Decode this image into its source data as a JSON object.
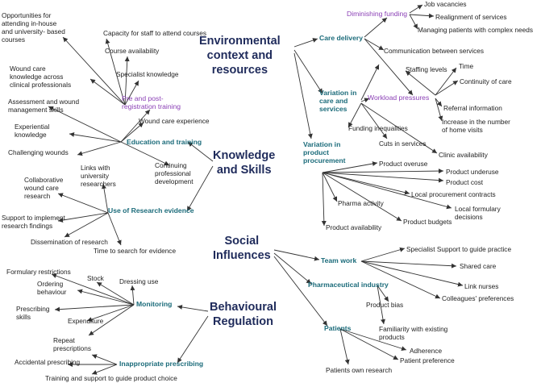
{
  "domains": {
    "env": "Environmental\ncontext and\nresources",
    "know": "Knowledge\nand Skills",
    "social": "Social\nInfluences",
    "behav": "Behavioural\nRegulation"
  },
  "sub": {
    "pre_post": "Pre and post-\nregistration training",
    "education": "Education and training",
    "research": "Use of Research evidence",
    "monitoring": "Monitoring",
    "inappropriate": "Inappropriate prescribing",
    "diminishing": "Diminishing funding",
    "care_delivery": "Care delivery",
    "variation_care": "Variation in\ncare and\nservices",
    "workload": "Workload pressures",
    "variation_proc": "Variation in\nproduct\nprocurement",
    "team": "Team work",
    "pharma": "Pharmaceutical industry",
    "patients": "Patients"
  },
  "labels": {
    "opportunities": "Opportunities for\nattending in-house\nand university- based\ncourses",
    "capacity": "Capacity for staff to attend courses",
    "course_avail": "Course availability",
    "wound_knowledge": "Wound care\nknowledge across\nclinical professionals",
    "specialist_knowledge": "Specialist knowledge",
    "assessment": "Assessment and wound\nmanagement  skills",
    "experiential": "Experiential\nknowledge",
    "wound_experience": "Wound care experience",
    "challenging": "Challenging wounds",
    "cpd": "Continuing\nprofessional\ndevelopment",
    "links_uni": "Links with\nuniversity\nresearchers",
    "collab": "Collaborative\nwound care\nresearch",
    "support_impl": "Support to implement\nresearch findings",
    "dissemination": "Dissemination of research",
    "time_search": "Time to search for evidence",
    "formulary_restr": "Formulary restrictions",
    "stock": "Stock",
    "ordering": "Ordering\nbehaviour",
    "dressing_use": "Dressing use",
    "prescribing_skills": "Prescribing\nskills",
    "expenditure": "Expenditure",
    "repeat": "Repeat\nprescriptions",
    "accidental": "Accidental prescribing",
    "training_support": "Training and support to guide product choice",
    "job_vacancies": "Job vacancies",
    "realignment": "Realignment of services",
    "managing": "Managing patients with complex needs",
    "communication": "Communication between  services",
    "staffing": "Staffing levels",
    "time": "Time",
    "continuity": "Continuity of care",
    "referral": "Referral information",
    "home_visits": "Increase in the number\nof home visits",
    "funding_ineq": "Funding inequalities",
    "cuts": "Cuts in services",
    "clinic_avail": "Clinic availability",
    "product_overuse": "Product overuse",
    "product_underuse": "Product underuse",
    "product_cost": "Product cost",
    "local_proc": "Local procurement contracts",
    "pharma_activity": "Pharma activity",
    "local_formulary": "Local formulary\ndecisions",
    "product_budgets": "Product budgets",
    "product_avail": "Product availability",
    "specialist_support": "Specialist Support to guide practice",
    "shared_care": "Shared care",
    "link_nurses": "Link nurses",
    "colleagues": "Colleagues' preferences",
    "product_bias": "Product bias",
    "familiarity": "Familiarity with existing\nproducts",
    "adherence": "Adherence",
    "patient_pref": "Patient preference",
    "patients_research": "Patients own research"
  },
  "colors": {
    "domain": "#1f2b5b",
    "subtheme": "#1b6b7a",
    "purple_subtheme": "#8a3fb5",
    "text": "#222222",
    "arrow": "#333333"
  }
}
